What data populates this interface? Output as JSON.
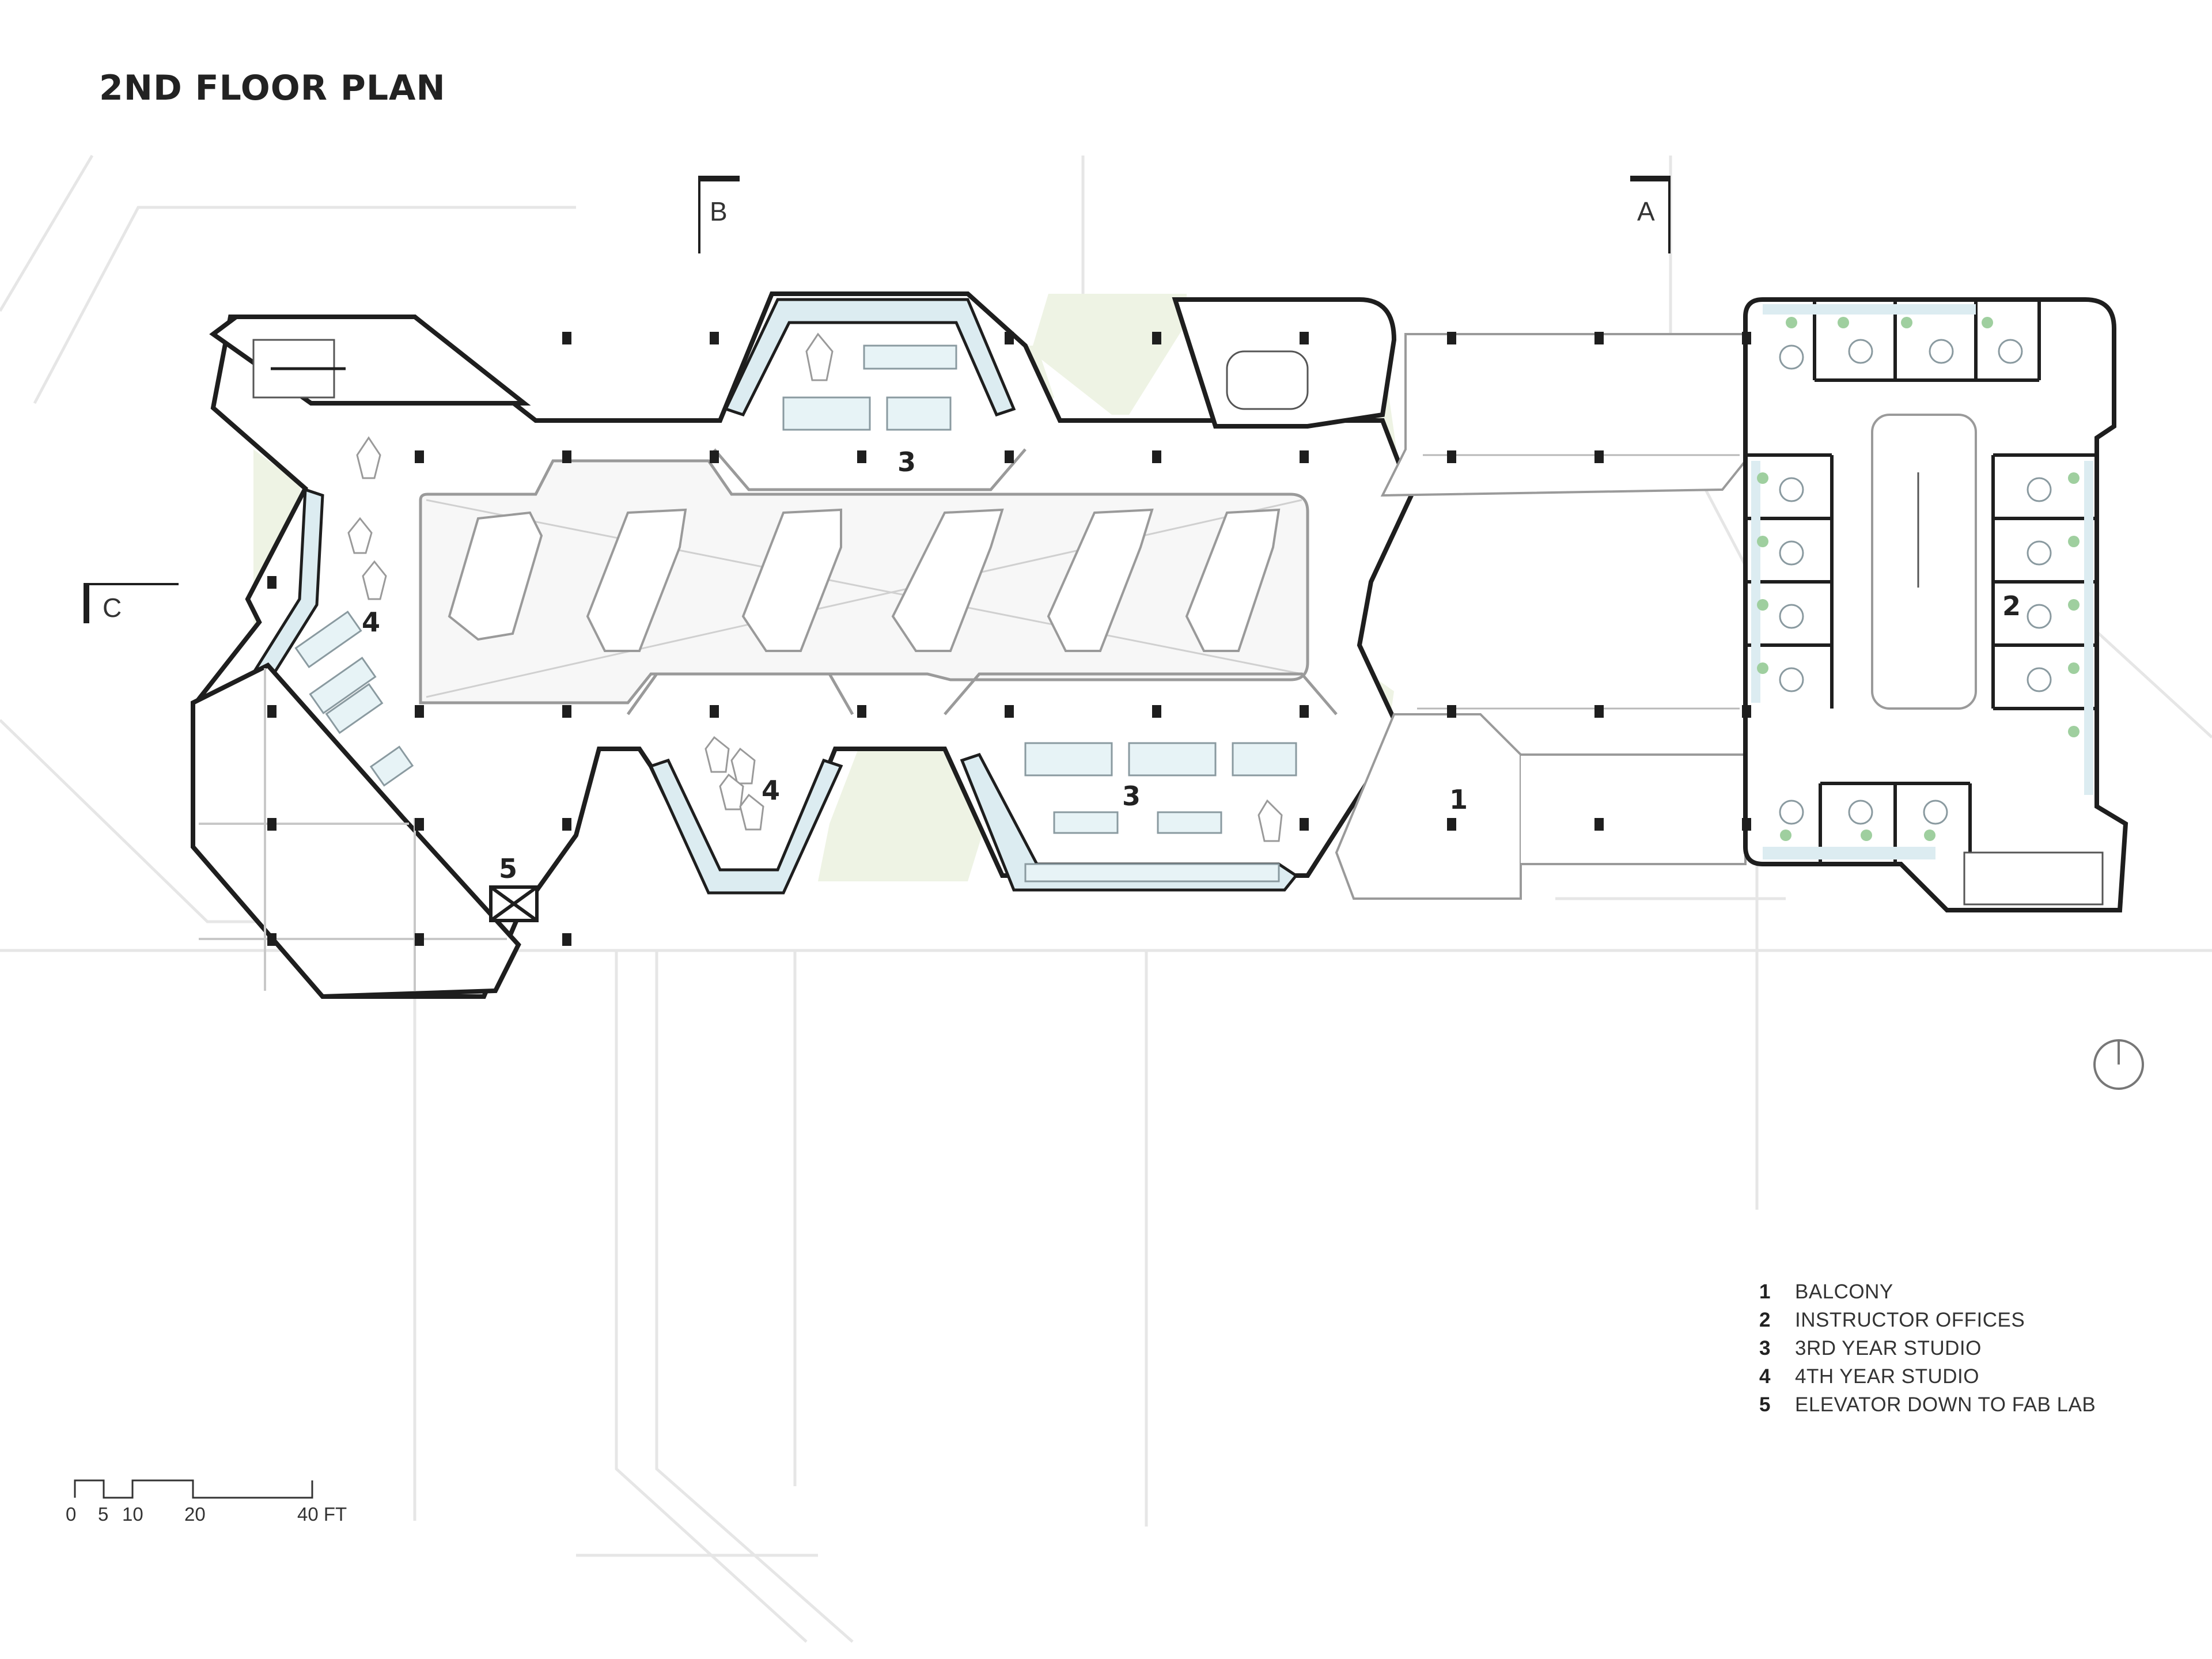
{
  "title": "2ND FLOOR PLAN",
  "section_markers": [
    "B",
    "A",
    "C"
  ],
  "room_labels": [
    {
      "num": "1"
    },
    {
      "num": "2"
    },
    {
      "num": "3"
    },
    {
      "num": "3"
    },
    {
      "num": "4"
    },
    {
      "num": "4"
    },
    {
      "num": "5"
    }
  ],
  "legend": [
    {
      "num": "1",
      "label": "BALCONY"
    },
    {
      "num": "2",
      "label": "INSTRUCTOR OFFICES"
    },
    {
      "num": "3",
      "label": "3RD YEAR STUDIO"
    },
    {
      "num": "4",
      "label": "4TH YEAR STUDIO"
    },
    {
      "num": "5",
      "label": "ELEVATOR DOWN TO FAB LAB"
    }
  ],
  "scale_bar": {
    "ticks": [
      "0",
      "5",
      "10",
      "20",
      "40 FT"
    ]
  },
  "colors": {
    "wall": "#1e1e1e",
    "thin_line": "#9a9a9a",
    "faint_line": "#e4e4e4",
    "landscape": "#eef3e4",
    "furniture": "#e7f3f6",
    "glass": "#dcecf1",
    "plant": "#9fcf9f"
  }
}
